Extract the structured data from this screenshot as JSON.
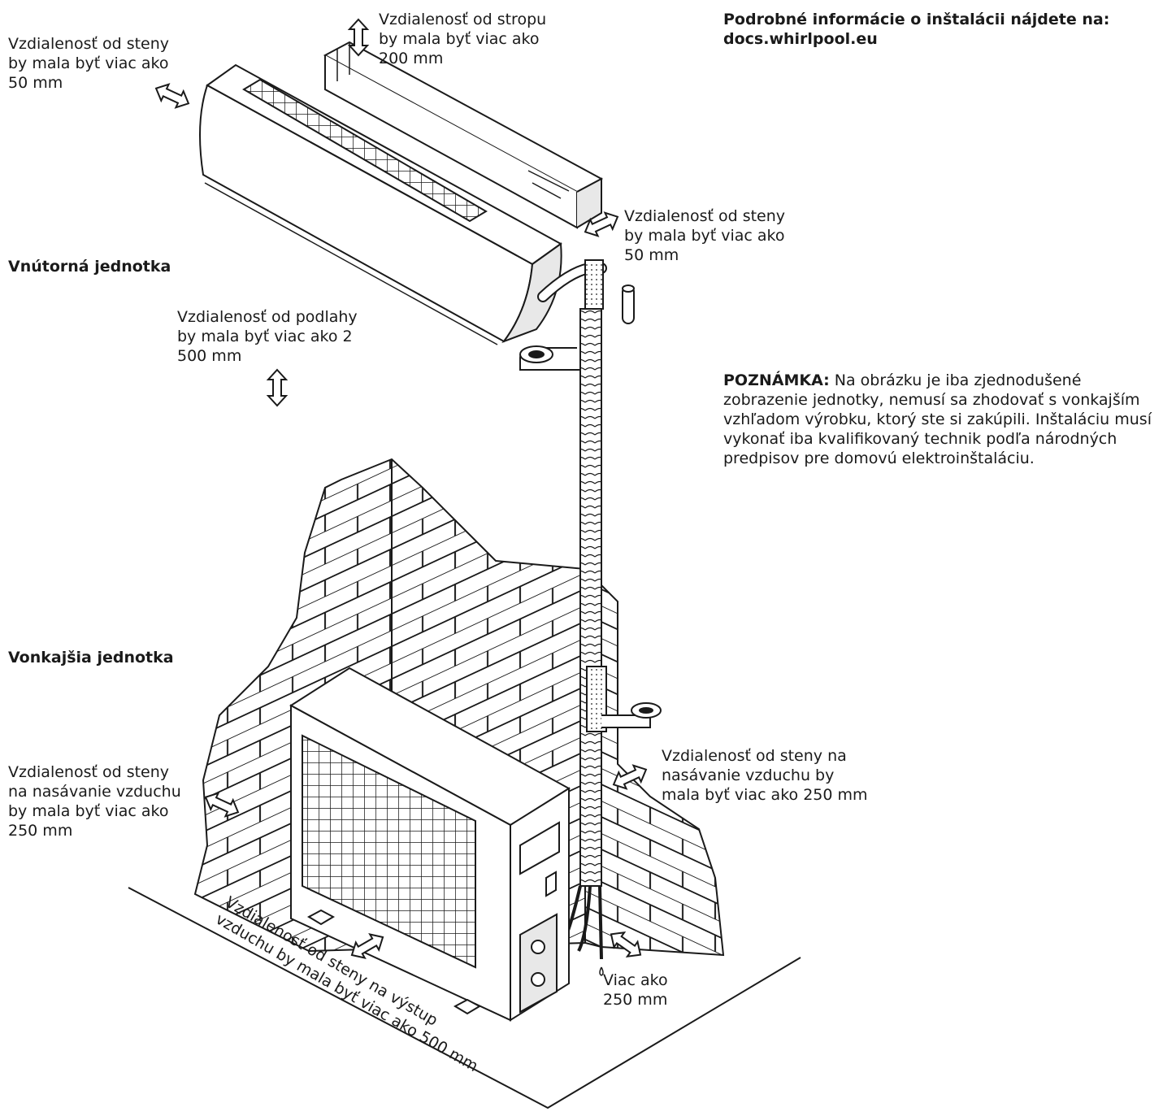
{
  "labels": {
    "ceiling": "Vzdialenosť od stropu\nby mala byť viac ako\n200 mm",
    "wall_left_top": "Vzdialenosť od steny\nby mala byť viac ako\n50 mm",
    "info": "Podrobné informácie o inštalácii nájdete na:\ndocs.whirlpool.eu",
    "wall_right_top": "Vzdialenosť od steny\nby mala byť viac ako\n50 mm",
    "indoor_unit": "Vnútorná jednotka",
    "floor": "Vzdialenosť od podlahy\nby mala byť viac ako 2\n500 mm",
    "note_title": "POZNÁMKA:",
    "note_text": " Na obrázku je iba zjednodušené\nzobrazenie jednotky, nemusí sa zhodovať s vonkajším\nvzhľadom výrobku, ktorý ste si zakúpili. Inštaláciu musí\nvykonať iba kvalifikovaný technik podľa národných\npredpisov pre domovú elektroinštaláciu.",
    "outdoor_unit": "Vonkajšia jednotka",
    "right_intake": "Vzdialenosť od steny na\nnasávanie vzduchu by\nmala byť viac ako 250 mm",
    "left_intake": "Vzdialenosť od steny\nna nasávanie vzduchu\nby mala byť viac ako\n250 mm",
    "more_than": "Viac ako\n250 mm",
    "outlet": "Vzdialenosť od steny na výstup\nvzduchu by mala byť viac ako 500 mm"
  },
  "colors": {
    "line": "#1a1a1a",
    "fill": "#ffffff",
    "shade": "#e8e8e8"
  }
}
